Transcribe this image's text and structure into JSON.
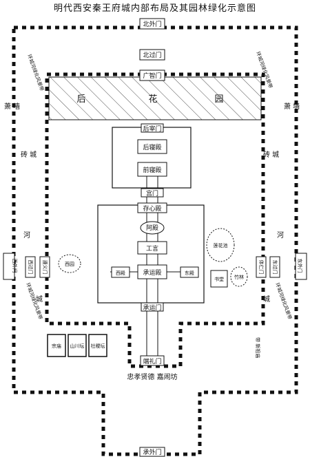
{
  "title": "明代西安秦王府城内部布局及其园林绿化示意图",
  "gates": {
    "north_outer": "北外门",
    "north_mid": "北过门",
    "north_inner": "广智门",
    "south_outer": "承外门",
    "south_inner": "端礼门",
    "west_outer": "西外门",
    "west_mid": "西过门",
    "west_inner": "遵义门",
    "east_outer": "东外门",
    "east_mid": "东过门",
    "east_inner": "体仁门",
    "rear": "后宰门",
    "middle": "宫门",
    "palace": "承运门"
  },
  "rear_garden": [
    "后",
    "花",
    "园"
  ],
  "halls": {
    "rear_sleeping": "后寝殿",
    "front_sleeping": "前寝殿",
    "cunxin": "存心殿",
    "pavilion": "阿殿",
    "gongyan": "工言",
    "chengyun": "承运殿",
    "west_hall": "西殿",
    "east_hall": "东殿"
  },
  "features": {
    "west_garden": "西园",
    "pond": "莲花池",
    "bamboo": "竹林",
    "study": "书堂",
    "ancestral": "宗庙",
    "shanchuan": "山川坛",
    "sheji": "社稷坛"
  },
  "side_labels": {
    "wall_left": "萧 墙",
    "wall_right": "萧 墙",
    "brick_left": "砖 城",
    "brick_right": "砖 城",
    "river_left": "河",
    "river_right": "河",
    "moat_left": "城",
    "moat_right": "城"
  },
  "annotations": {
    "nw_belt": "环城河绿化风景带",
    "ne_belt": "环城河绿化风景带",
    "sw_belt": "环城河绿化风景带",
    "se_belt": "环城河绿化风景带",
    "south_street": "忠孝贤德 嘉闹坊",
    "se_extra": "带 新祖庙"
  }
}
